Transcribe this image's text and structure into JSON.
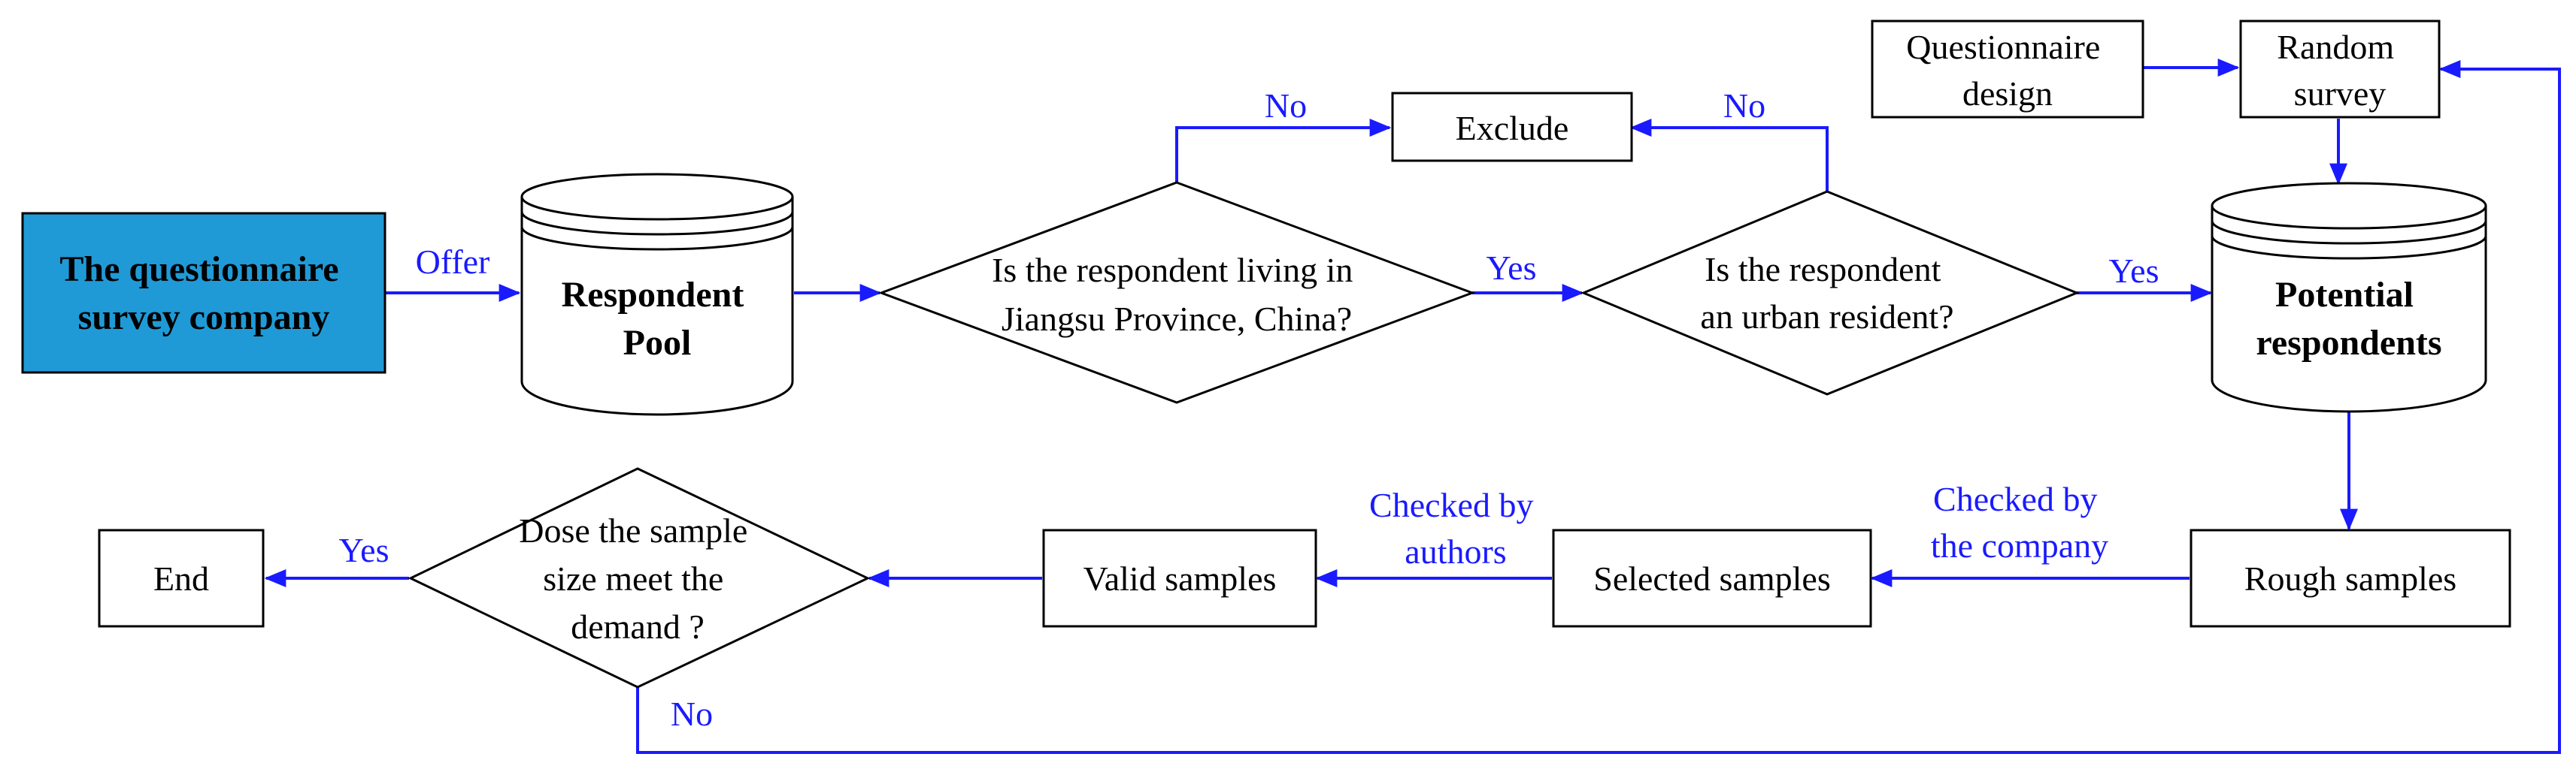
{
  "colors": {
    "edge": "#1a1aff",
    "company_fill": "#1f9ad6",
    "node_stroke": "#000000"
  },
  "nodes": {
    "company": [
      "The questionnaire",
      "survey company"
    ],
    "pool": [
      "Respondent",
      "Pool"
    ],
    "q_jiangsu": [
      "Is the respondent living in",
      "Jiangsu Province, China?"
    ],
    "exclude": [
      "Exclude"
    ],
    "q_urban": [
      "Is the respondent",
      "an urban resident?"
    ],
    "q_design": [
      "Questionnaire",
      "design"
    ],
    "random_survey": [
      "Random",
      "survey"
    ],
    "potential": [
      "Potential",
      "respondents"
    ],
    "rough": [
      "Rough samples"
    ],
    "selected": [
      "Selected samples"
    ],
    "valid": [
      "Valid samples"
    ],
    "q_size": [
      "Dose the sample",
      "size meet the",
      "demand ?"
    ],
    "end": [
      "End"
    ]
  },
  "edges": {
    "offer": [
      "Offer"
    ],
    "no_jiangsu": [
      "No"
    ],
    "no_urban": [
      "No"
    ],
    "yes_jiangsu": [
      "Yes"
    ],
    "yes_urban": [
      "Yes"
    ],
    "checked_company": [
      "Checked by",
      "the company"
    ],
    "checked_authors": [
      "Checked by",
      "authors"
    ],
    "yes_size": [
      "Yes"
    ],
    "no_size": [
      "No"
    ]
  }
}
